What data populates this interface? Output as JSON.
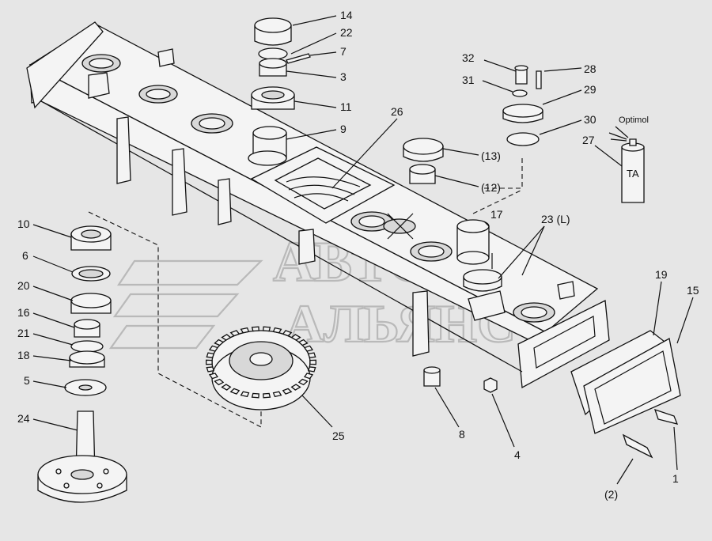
{
  "watermark": {
    "line1": "АВТО",
    "line2": "АЛЬЯНС"
  },
  "callouts": [
    {
      "id": "c14",
      "text": "14"
    },
    {
      "id": "c22",
      "text": "22"
    },
    {
      "id": "c7",
      "text": "7"
    },
    {
      "id": "c3",
      "text": "3"
    },
    {
      "id": "c11",
      "text": "11"
    },
    {
      "id": "c9",
      "text": "9"
    },
    {
      "id": "c26",
      "text": "26"
    },
    {
      "id": "c13",
      "text": "(13)"
    },
    {
      "id": "c12",
      "text": "(12)"
    },
    {
      "id": "c32",
      "text": "32"
    },
    {
      "id": "c28",
      "text": "28"
    },
    {
      "id": "c31",
      "text": "31"
    },
    {
      "id": "c29",
      "text": "29"
    },
    {
      "id": "c30",
      "text": "30"
    },
    {
      "id": "c27",
      "text": "27"
    },
    {
      "id": "c17",
      "text": "17"
    },
    {
      "id": "c23",
      "text": "23 (L)"
    },
    {
      "id": "c19",
      "text": "19"
    },
    {
      "id": "c15",
      "text": "15"
    },
    {
      "id": "c10",
      "text": "10"
    },
    {
      "id": "c6",
      "text": "6"
    },
    {
      "id": "c20",
      "text": "20"
    },
    {
      "id": "c16",
      "text": "16"
    },
    {
      "id": "c21",
      "text": "21"
    },
    {
      "id": "c18",
      "text": "18"
    },
    {
      "id": "c5",
      "text": "5"
    },
    {
      "id": "c24",
      "text": "24"
    },
    {
      "id": "c25",
      "text": "25"
    },
    {
      "id": "c8",
      "text": "8"
    },
    {
      "id": "c4",
      "text": "4"
    },
    {
      "id": "c2",
      "text": "(2)"
    },
    {
      "id": "c1",
      "text": "1"
    }
  ],
  "lubricant": {
    "brand": "Optimol",
    "can_label": "TA"
  },
  "colors": {
    "background": "#e6e6e6",
    "ink": "#111111",
    "watermark": "#b9b9b9"
  }
}
